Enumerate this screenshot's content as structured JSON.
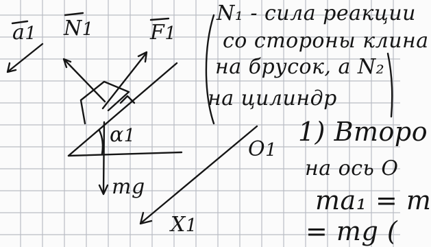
{
  "labels": {
    "vec_a": "a",
    "vec_a_sub": "1",
    "vec_n": "N",
    "vec_n_sub": "1",
    "vec_f": "F",
    "vec_f_sub": "1",
    "angle": "α",
    "angle_sub": "1",
    "gravity": "mg",
    "origin": "O",
    "origin_sub": "1",
    "axis_x": "X",
    "axis_x_sub": "1"
  },
  "notes": {
    "line1": "N₁ - сила реакции",
    "line2": "со стороны клина",
    "line3": "на брусок, а N₂",
    "line4": "на цилиндр",
    "step": "1) Второ",
    "step_line2": "на ось О",
    "eq1": "ma₁ = m",
    "eq2": "= mg ("
  },
  "colors": {
    "paper": "#fbfbfb",
    "grid": "#b9bcc4",
    "ink": "#151515"
  }
}
